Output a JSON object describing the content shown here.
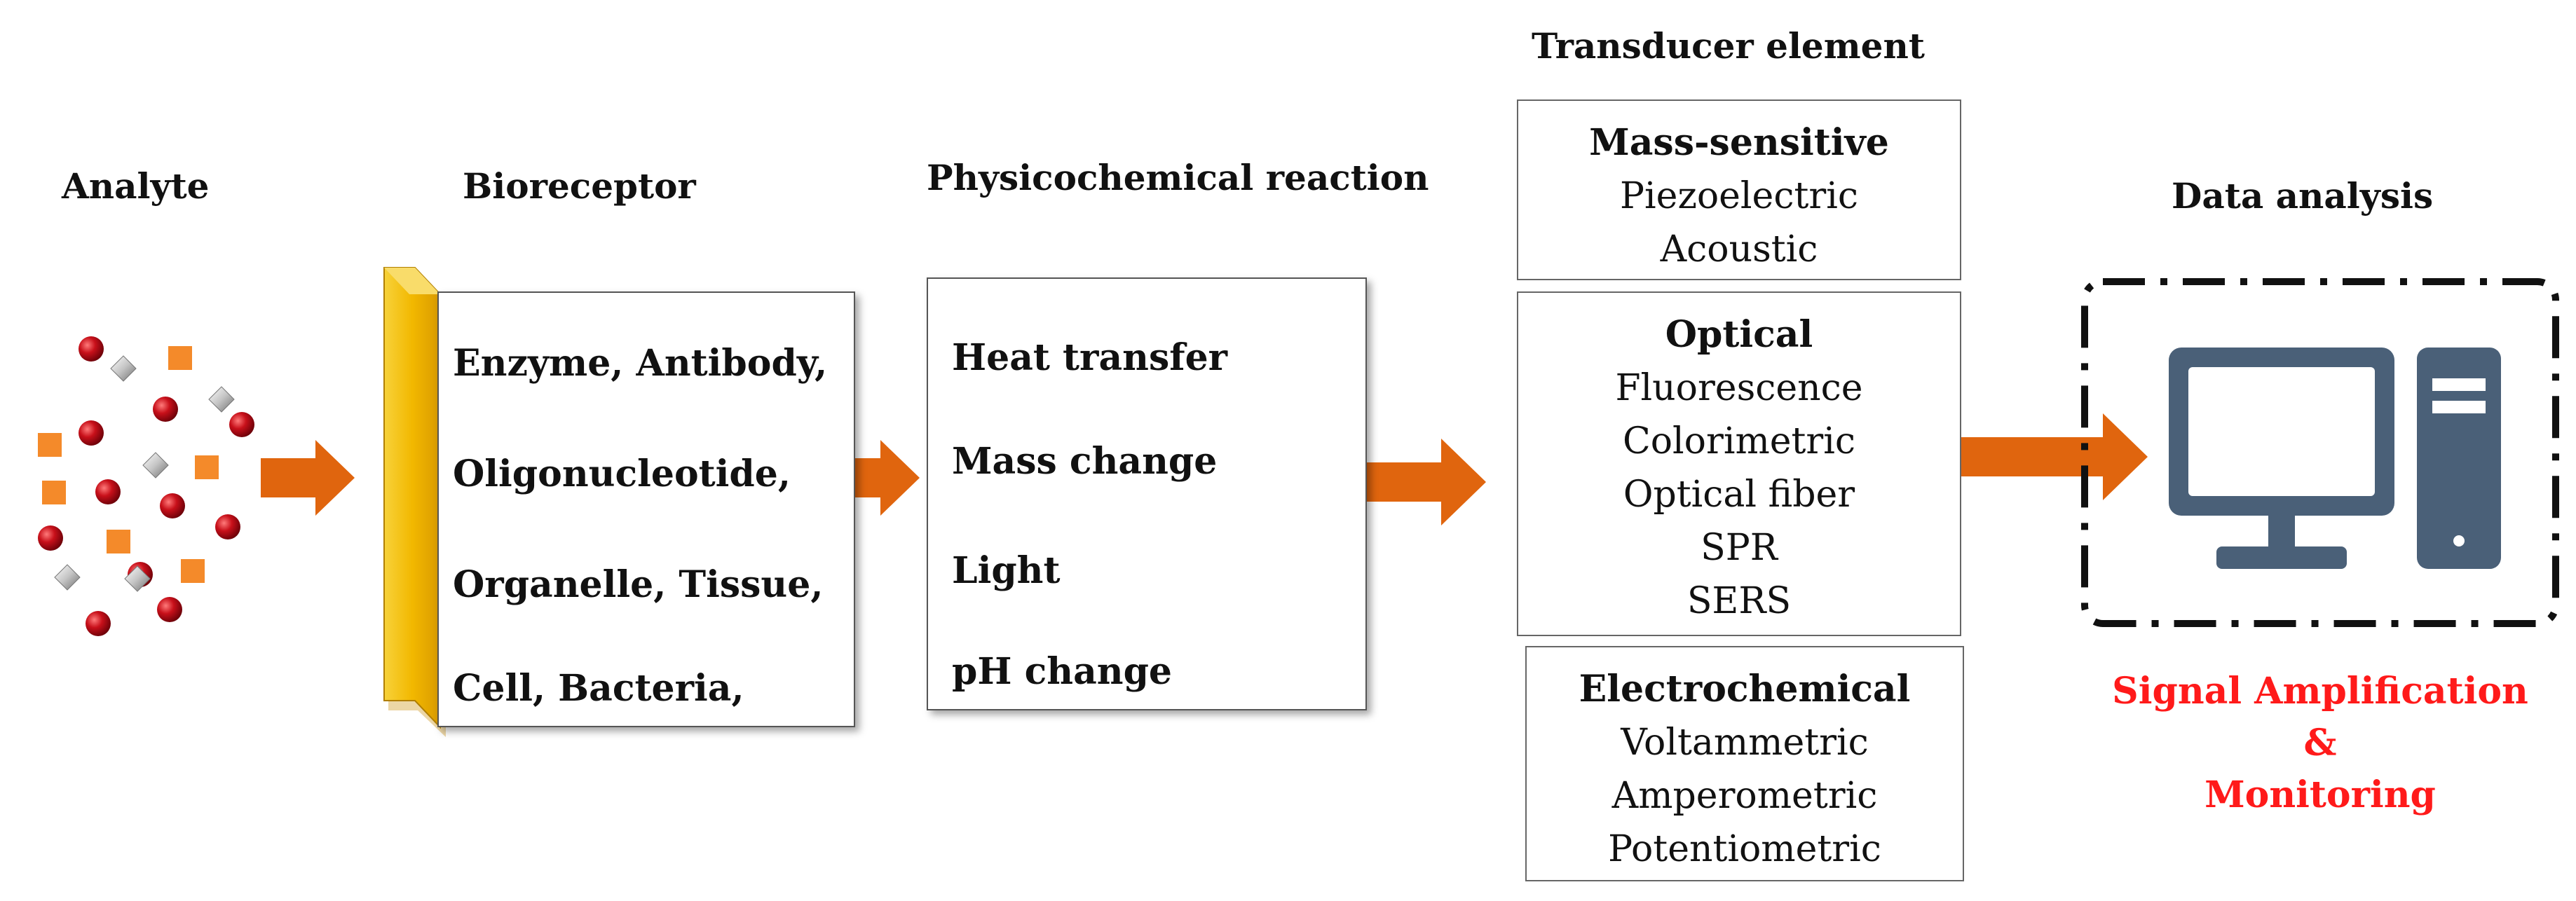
{
  "headings": {
    "analyte": "Analyte",
    "bioreceptor": "Bioreceptor",
    "reaction": "Physicochemical reaction",
    "transducer": "Transducer element",
    "data": "Data analysis"
  },
  "bioreceptor_items": [
    "Enzyme, Antibody,",
    "Oligonucleotide,",
    "Organelle, Tissue,",
    "Cell, Bacteria,"
  ],
  "reaction_items": [
    "Heat transfer",
    "Mass change",
    "Light",
    "pH change"
  ],
  "transducer_groups": [
    {
      "title": "Mass-sensitive",
      "items": [
        "Piezoelectric",
        "Acoustic"
      ]
    },
    {
      "title": "Optical",
      "items": [
        "Fluorescence",
        "Colorimetric",
        "Optical fiber",
        "SPR",
        "SERS"
      ]
    },
    {
      "title": "Electrochemical",
      "items": [
        "Voltammetric",
        "Amperometric",
        "Potentiometric"
      ]
    }
  ],
  "signal_note": [
    "Signal Amplification",
    "&",
    "Monitoring"
  ],
  "colors": {
    "arrow": "#e0650e",
    "sphere": "#c8101a",
    "square": "#f48a2a",
    "diamond": "#b9b9b9",
    "plate": "#f2b800",
    "computer": "#4a6078",
    "signal_text": "#ff1a1a"
  },
  "icons": [
    "analyte-particles",
    "bioreceptor-plate",
    "computer-icon"
  ]
}
